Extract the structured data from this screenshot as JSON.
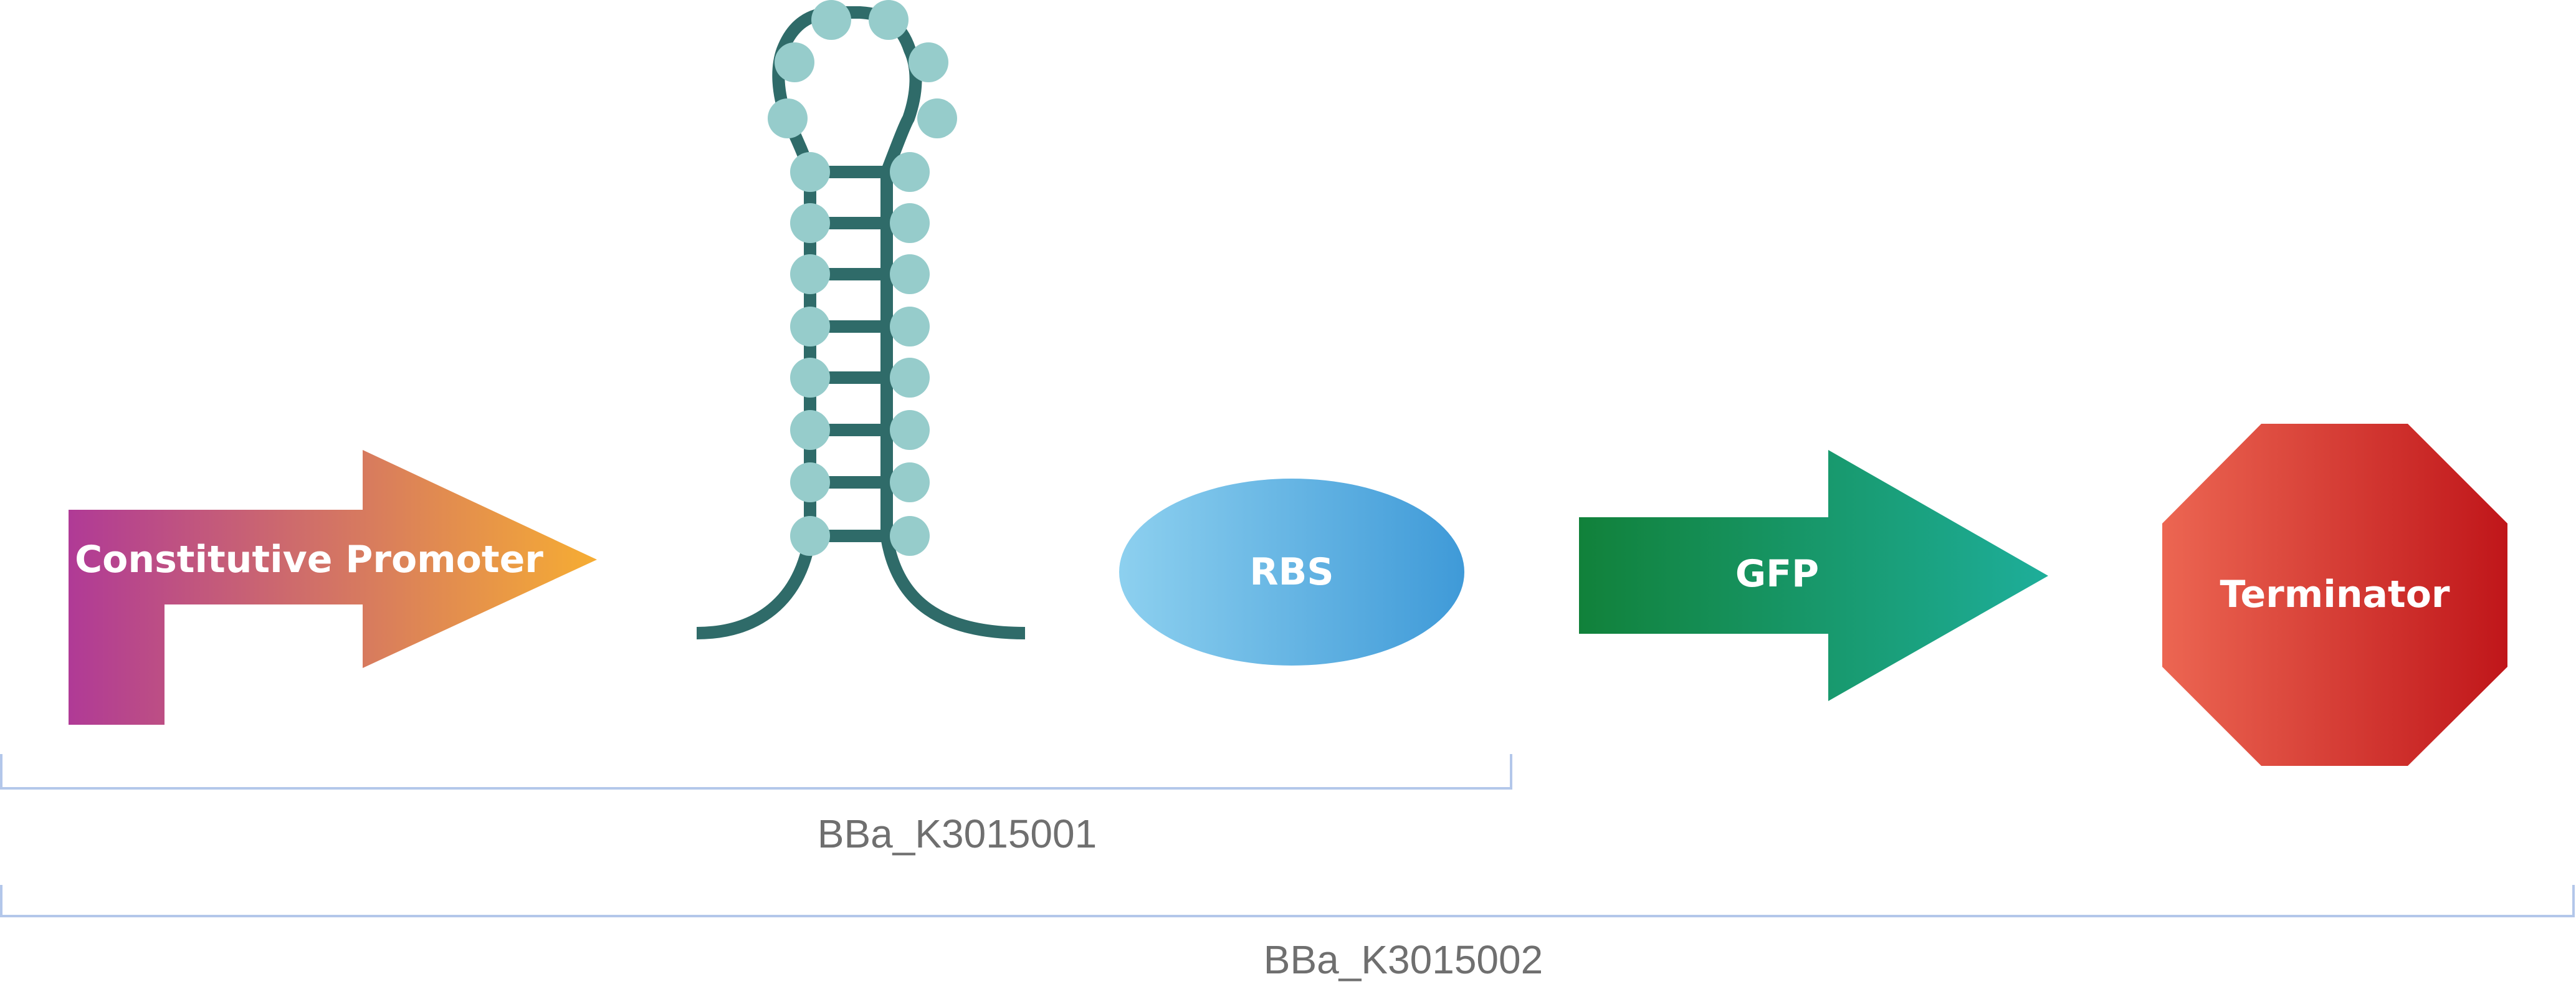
{
  "parts": {
    "promoter": {
      "label": "Constitutive Promoter"
    },
    "rbs": {
      "label": "RBS"
    },
    "gfp": {
      "label": "GFP"
    },
    "terminator": {
      "label": "Terminator"
    }
  },
  "brackets": {
    "inner": {
      "label": "BBa_K3015001"
    },
    "outer": {
      "label": "BBa_K3015002"
    }
  },
  "colors": {
    "promoter": [
      "#b03a96",
      "#f6ad33"
    ],
    "rbs": [
      "#8dd0ef",
      "#3f9ad8"
    ],
    "gfp": [
      "#11813a",
      "#1eae9a"
    ],
    "terminator": [
      "#ec6652",
      "#c0161a"
    ],
    "hairpin_strand": "#2f6b69",
    "hairpin_bead": "#96cccb",
    "bracket_line": "#b3c7ea",
    "bracket_text": "#6f6f6f"
  }
}
